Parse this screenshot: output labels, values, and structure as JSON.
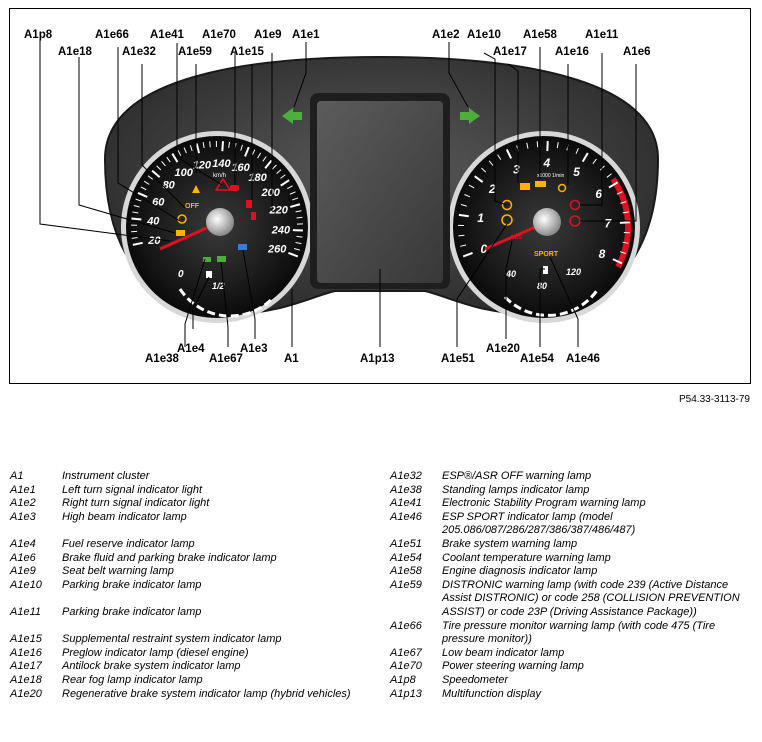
{
  "callouts": {
    "A1p8": "A1p8",
    "A1e18": "A1e18",
    "A1e66": "A1e66",
    "A1e32": "A1e32",
    "A1e41": "A1e41",
    "A1e59": "A1e59",
    "A1e70": "A1e70",
    "A1e15": "A1e15",
    "A1e9": "A1e9",
    "A1e1": "A1e1",
    "A1e2": "A1e2",
    "A1e10": "A1e10",
    "A1e17": "A1e17",
    "A1e58": "A1e58",
    "A1e16": "A1e16",
    "A1e11": "A1e11",
    "A1e6": "A1e6",
    "A1e38": "A1e38",
    "A1e4": "A1e4",
    "A1e67": "A1e67",
    "A1e3": "A1e3",
    "A1": "A1",
    "A1p13": "A1p13",
    "A1e51": "A1e51",
    "A1e20": "A1e20",
    "A1e54": "A1e54",
    "A1e46": "A1e46"
  },
  "speedometer": {
    "ticks": [
      "20",
      "40",
      "60",
      "80",
      "100",
      "120",
      "140",
      "160",
      "180",
      "200",
      "220",
      "240",
      "260"
    ],
    "unit": "km/h",
    "fuel_ticks": [
      "0",
      "1/2"
    ]
  },
  "tachometer": {
    "ticks": [
      "0",
      "1",
      "2",
      "3",
      "4",
      "5",
      "6",
      "7",
      "8"
    ],
    "unit": "x1000 1/min",
    "temp_ticks": [
      "40",
      "80",
      "120"
    ],
    "sport_label": "SPORT"
  },
  "lamps": {
    "off_label": "OFF"
  },
  "figure_ref": "P54.33-3113-79",
  "legend_left": [
    {
      "code": "A1",
      "desc": "Instrument cluster"
    },
    {
      "code": "A1e1",
      "desc": "Left turn signal indicator light"
    },
    {
      "code": "A1e2",
      "desc": "Right turn signal indicator light"
    },
    {
      "code": "A1e3",
      "desc": "High beam indicator lamp"
    },
    {
      "code": "A1e4",
      "desc": "Fuel reserve indicator lamp"
    },
    {
      "code": "A1e6",
      "desc": "Brake fluid and parking brake indicator lamp"
    },
    {
      "code": "A1e9",
      "desc": "Seat belt warning lamp"
    },
    {
      "code": "A1e10",
      "desc": "Parking brake indicator lamp"
    },
    {
      "code": "A1e11",
      "desc": "Parking brake indicator lamp"
    },
    {
      "code": "A1e15",
      "desc": "Supplemental restraint system indicator lamp"
    },
    {
      "code": "A1e16",
      "desc": "Preglow indicator lamp (diesel engine)"
    },
    {
      "code": "A1e17",
      "desc": "Antilock brake system indicator lamp"
    },
    {
      "code": "A1e18",
      "desc": "Rear fog lamp indicator lamp"
    },
    {
      "code": "A1e20",
      "desc": "Regenerative brake system indicator lamp (hybrid vehicles)"
    }
  ],
  "legend_right": [
    {
      "code": "A1e32",
      "desc": "ESP®/ASR OFF warning lamp"
    },
    {
      "code": "A1e38",
      "desc": "Standing lamps indicator lamp"
    },
    {
      "code": "A1e41",
      "desc": "Electronic Stability Program warning lamp"
    },
    {
      "code": "A1e46",
      "desc": "ESP SPORT indicator lamp (model 205.086/087/286/287/386/387/486/487)"
    },
    {
      "code": "A1e51",
      "desc": "Brake system warning lamp"
    },
    {
      "code": "A1e54",
      "desc": "Coolant temperature warning lamp"
    },
    {
      "code": "A1e58",
      "desc": "Engine diagnosis indicator lamp"
    },
    {
      "code": "A1e59",
      "desc": "DISTRONIC warning lamp (with code 239 (Active Distance Assist DISTRONIC) or code 258 (COLLISION PREVENTION ASSIST) or code 23P (Driving Assistance Package))"
    },
    {
      "code": "A1e66",
      "desc": "Tire pressure monitor warning lamp (with code 475 (Tire pressure monitor))"
    },
    {
      "code": "A1e67",
      "desc": "Low beam indicator lamp"
    },
    {
      "code": "A1e70",
      "desc": "Power steering warning lamp"
    },
    {
      "code": "A1p8",
      "desc": "Speedometer"
    },
    {
      "code": "A1p13",
      "desc": "Multifunction display"
    }
  ]
}
